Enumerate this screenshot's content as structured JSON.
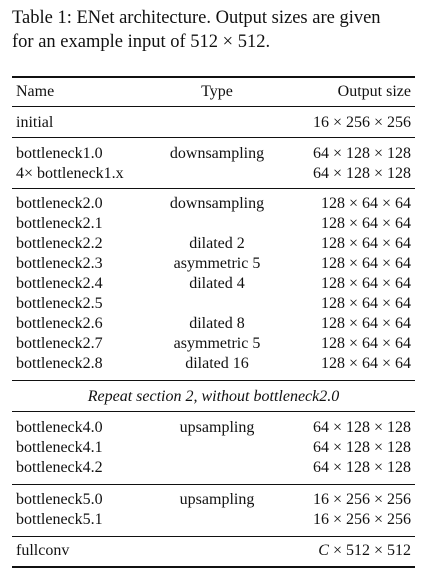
{
  "caption": {
    "line1": "Table 1: ENet architecture. Output sizes are given",
    "line2": "for an example input of 512 × 512."
  },
  "table": {
    "headers": {
      "name": "Name",
      "type": "Type",
      "size": "Output size"
    },
    "rows": [
      {
        "name": "initial",
        "type": "",
        "size": "16 × 256 × 256"
      },
      {
        "name": "bottleneck1.0",
        "type": "downsampling",
        "size": "64 × 128 × 128"
      },
      {
        "name": "4× bottleneck1.x",
        "type": "",
        "size": "64 × 128 × 128"
      },
      {
        "name": "bottleneck2.0",
        "type": "downsampling",
        "size": "128 × 64 × 64"
      },
      {
        "name": "bottleneck2.1",
        "type": "",
        "size": "128 × 64 × 64"
      },
      {
        "name": "bottleneck2.2",
        "type": "dilated 2",
        "size": "128 × 64 × 64"
      },
      {
        "name": "bottleneck2.3",
        "type": "asymmetric 5",
        "size": "128 × 64 × 64"
      },
      {
        "name": "bottleneck2.4",
        "type": "dilated 4",
        "size": "128 × 64 × 64"
      },
      {
        "name": "bottleneck2.5",
        "type": "",
        "size": "128 × 64 × 64"
      },
      {
        "name": "bottleneck2.6",
        "type": "dilated 8",
        "size": "128 × 64 × 64"
      },
      {
        "name": "bottleneck2.7",
        "type": "asymmetric 5",
        "size": "128 × 64 × 64"
      },
      {
        "name": "bottleneck2.8",
        "type": "dilated 16",
        "size": "128 × 64 × 64"
      },
      {
        "name": "bottleneck4.0",
        "type": "upsampling",
        "size": "64 × 128 × 128"
      },
      {
        "name": "bottleneck4.1",
        "type": "",
        "size": "64 × 128 × 128"
      },
      {
        "name": "bottleneck4.2",
        "type": "",
        "size": "64 × 128 × 128"
      },
      {
        "name": "bottleneck5.0",
        "type": "upsampling",
        "size": "16 × 256 × 256"
      },
      {
        "name": "bottleneck5.1",
        "type": "",
        "size": "16 × 256 × 256"
      }
    ],
    "repeat_note": "Repeat section 2, without bottleneck2.0",
    "fullconv": {
      "name": "fullconv",
      "size_var": "C",
      "size_rest": " × 512 × 512"
    }
  }
}
